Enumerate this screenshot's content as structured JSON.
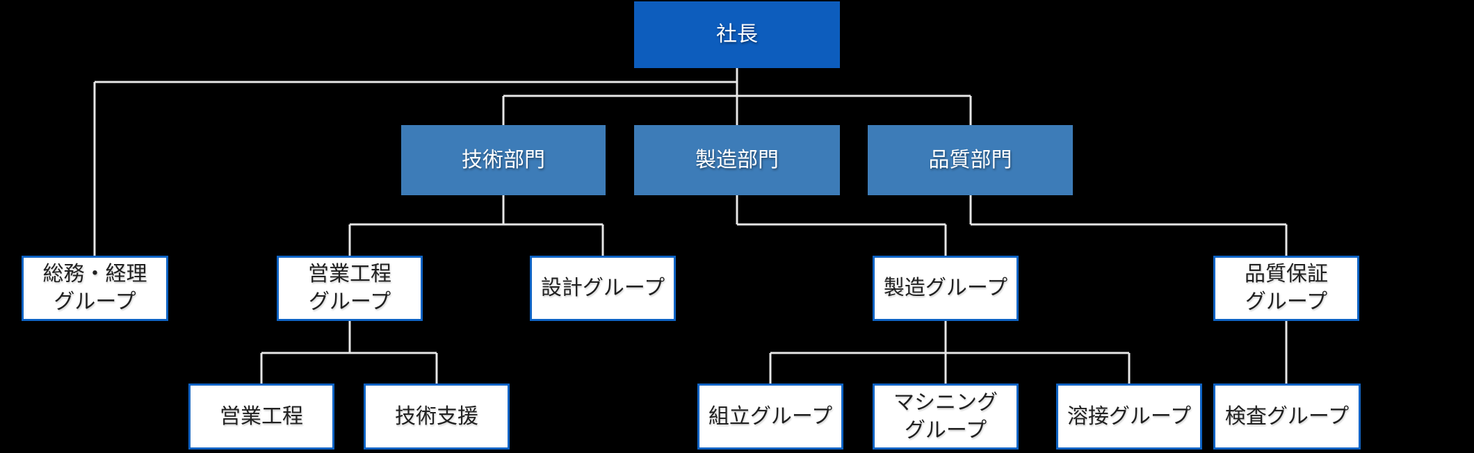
{
  "org": {
    "root": {
      "label": "社長",
      "children": [
        {
          "label": "総務・経理\nグループ",
          "children": []
        },
        {
          "label": "技術部門",
          "children": [
            {
              "label": "営業工程\nグループ",
              "children": [
                {
                  "label": "営業工程"
                },
                {
                  "label": "技術支援"
                }
              ]
            },
            {
              "label": "設計グループ",
              "children": []
            }
          ]
        },
        {
          "label": "製造部門",
          "children": [
            {
              "label": "製造グループ",
              "children": [
                {
                  "label": "組立グループ"
                },
                {
                  "label": "マシニング\nグループ"
                },
                {
                  "label": "溶接グループ"
                }
              ]
            }
          ]
        },
        {
          "label": "品質部門",
          "children": [
            {
              "label": "品質保証\nグループ",
              "children": [
                {
                  "label": "検査グループ"
                }
              ]
            }
          ]
        }
      ]
    },
    "colors": {
      "background": "#000000",
      "root_fill": "#0d5dbd",
      "department_fill": "#3d7cb8",
      "leaf_fill": "#ffffff",
      "leaf_border": "#0e63c4",
      "connector_line": "#e6e6e6",
      "filled_text": "#ffffff",
      "leaf_text": "#212121"
    }
  }
}
